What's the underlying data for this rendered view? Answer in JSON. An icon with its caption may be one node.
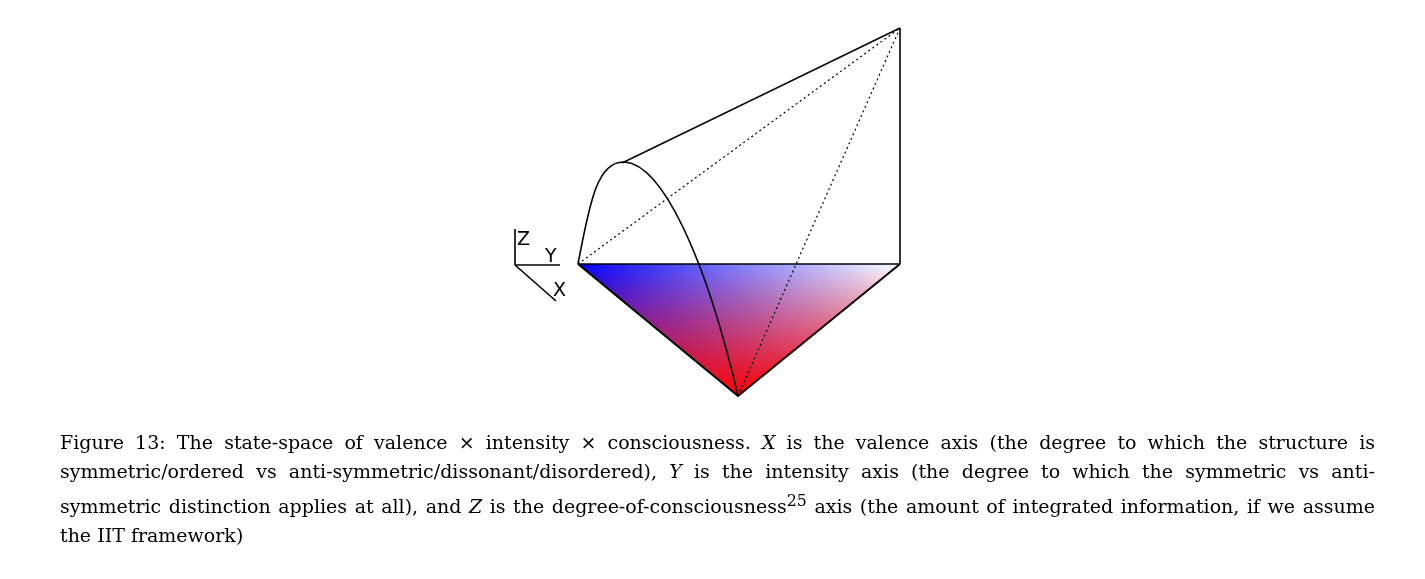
{
  "diagram": {
    "caption": "Figure 13: The state-space of valence × intensity × consciousness. *X* is the valence axis (the degree to which the structure is symmetric/ordered vs anti-symmetric/dissonant/disordered), *Y* is the intensity axis (the degree to which the symmetric vs anti-symmetric distinction applies at all), and *Z* is the degree-of-consciousness$^{25}$ axis (the amount of integrated information, if we assume the IIT framework)",
    "labels": [
      "Z",
      "Y",
      "X"
    ]
  }
}
